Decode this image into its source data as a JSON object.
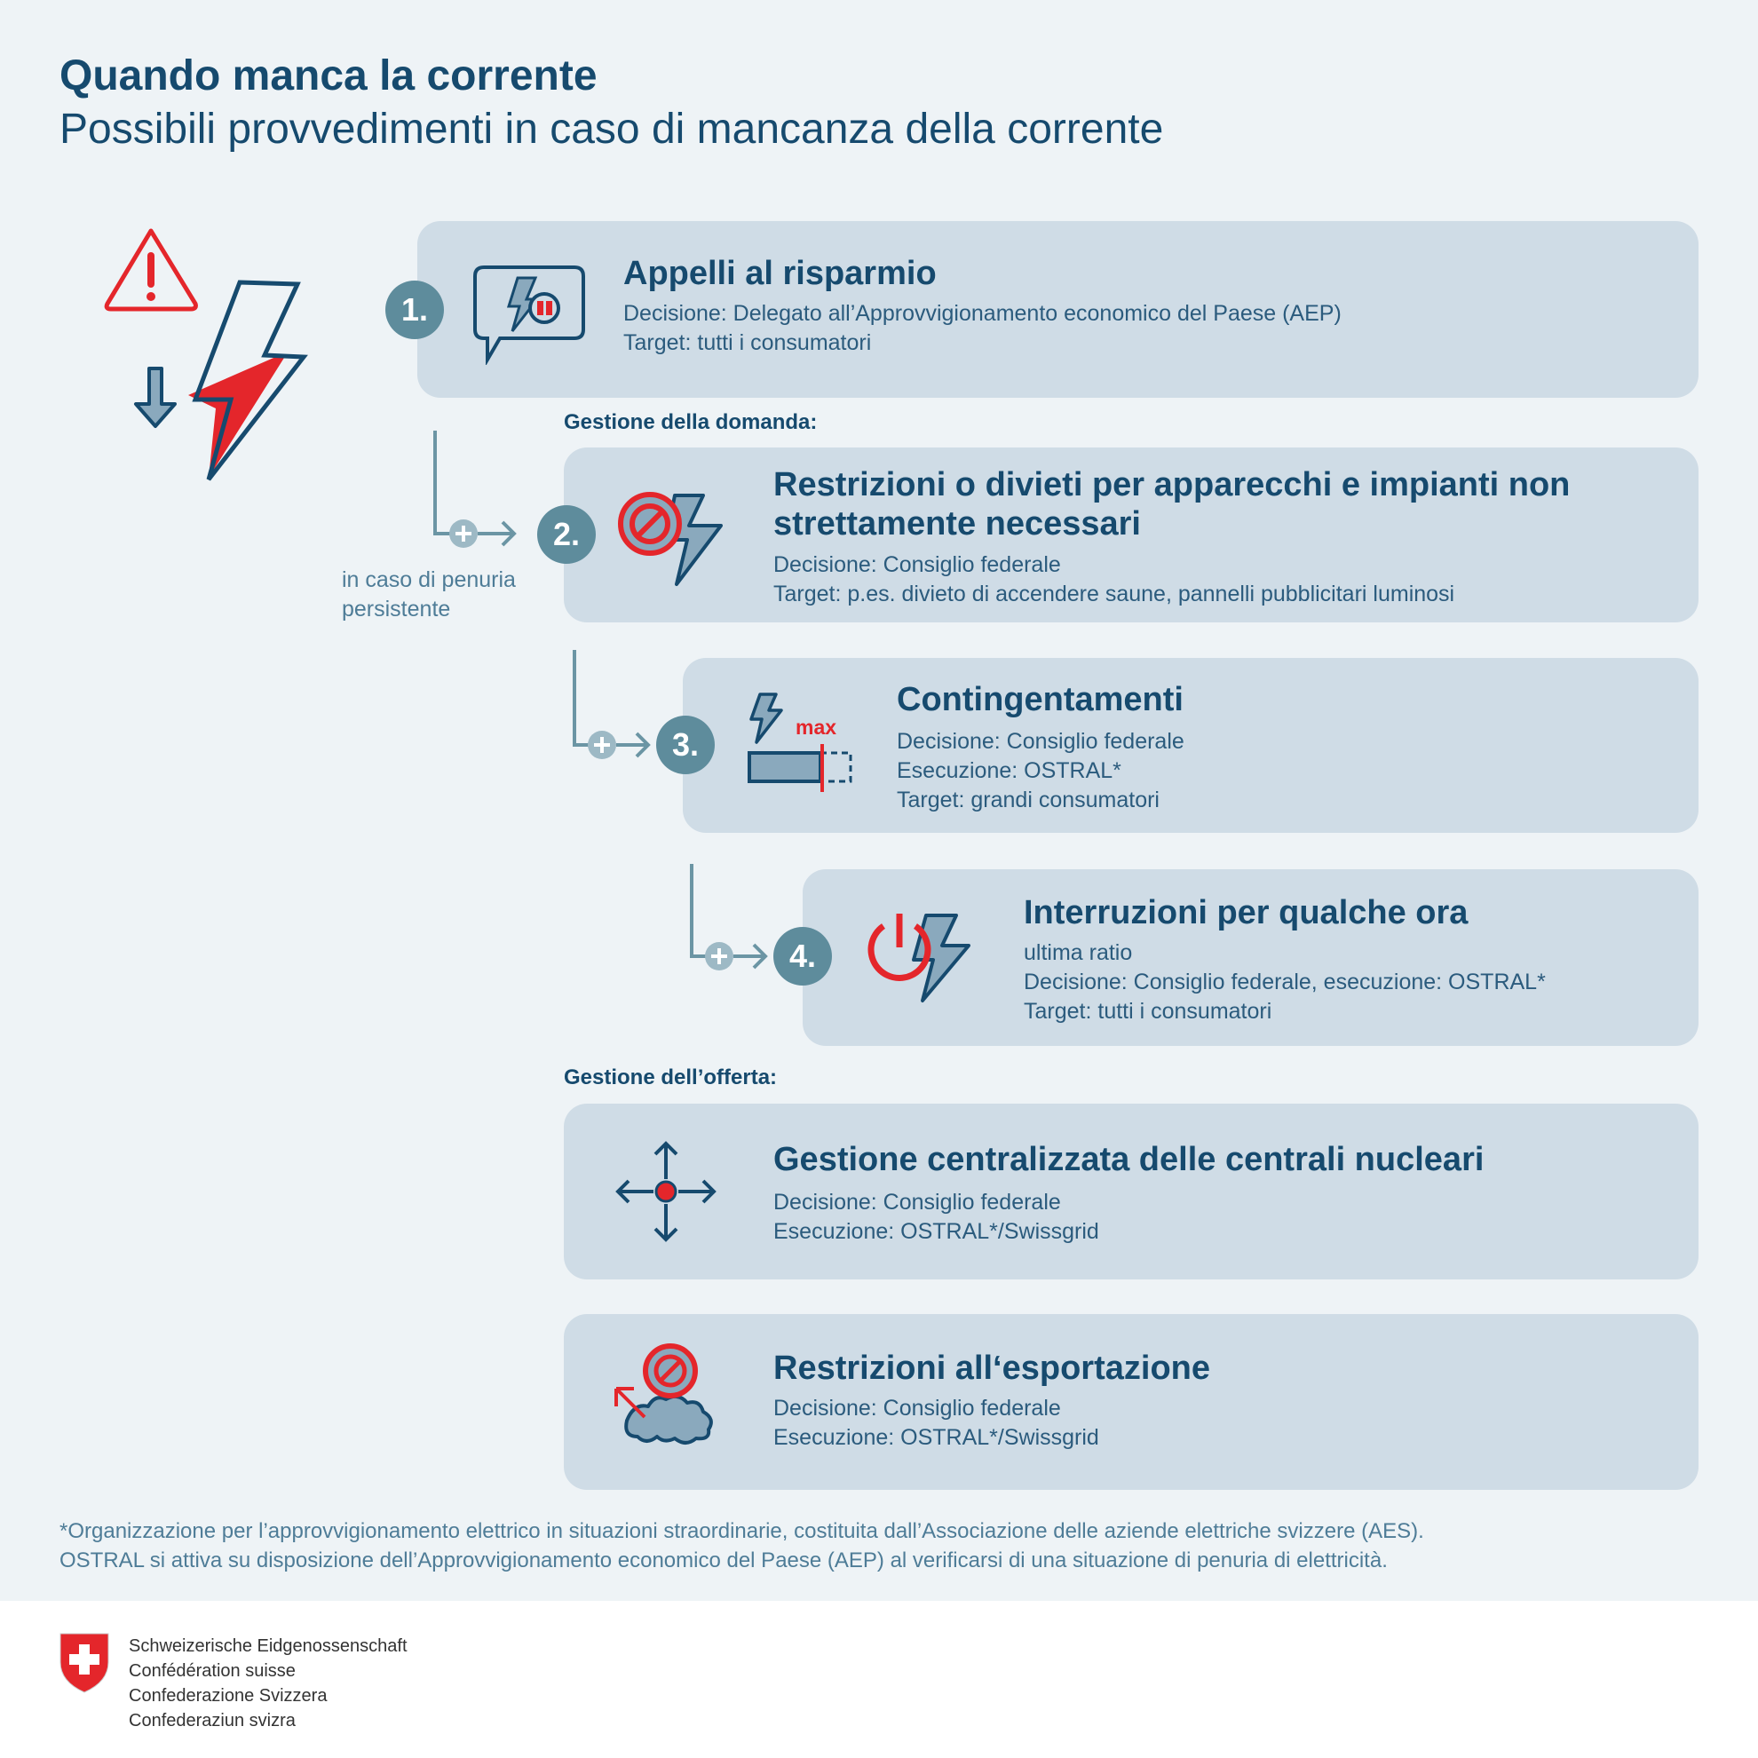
{
  "header": {
    "title": "Quando manca la corrente",
    "subtitle": "Possibili provvedimenti in caso di mancanza della corrente"
  },
  "sections": {
    "demand": "Gestione della domanda:",
    "supply": "Gestione dell’offerta:"
  },
  "connector_note": [
    "in caso di penuria",
    "persistente"
  ],
  "measures": [
    {
      "number": "1.",
      "title": "Appelli al risparmio",
      "lines": [
        "Decisione: Delegato all’Approvvigionamento economico del Paese (AEP)",
        "Target: tutti i consumatori"
      ],
      "icon": "speech-bubble-bolt-icon"
    },
    {
      "number": "2.",
      "title_lines": [
        "Restrizioni o divieti per apparecchi e impianti non",
        "strettamente necessari"
      ],
      "lines": [
        "Decisione: Consiglio federale",
        "Target: p.es. divieto di accendere saune, pannelli pubblicitari luminosi"
      ],
      "icon": "prohibited-bolt-icon"
    },
    {
      "number": "3.",
      "title": "Contingentamenti",
      "icon_label": "max",
      "lines": [
        "Decisione: Consiglio federale",
        "Esecuzione: OSTRAL*",
        "Target: grandi consumatori"
      ],
      "icon": "quota-max-icon"
    },
    {
      "number": "4.",
      "title": "Interruzioni per qualche ora",
      "lines": [
        "ultima ratio",
        "Decisione: Consiglio federale, esecuzione: OSTRAL*",
        "Target: tutti i consumatori"
      ],
      "icon": "power-bolt-icon"
    },
    {
      "title": "Gestione centralizzata delle centrali nucleari",
      "lines": [
        "Decisione: Consiglio federale",
        "Esecuzione: OSTRAL*/Swissgrid"
      ],
      "icon": "central-arrows-icon"
    },
    {
      "title": "Restrizioni all‘esportazione",
      "lines": [
        "Decisione: Consiglio federale",
        "Esecuzione: OSTRAL*/Swissgrid"
      ],
      "icon": "export-ban-icon"
    }
  ],
  "footnote": [
    "*Organizzazione per l’approvvigionamento elettrico in situazioni straordinarie, costituita dall’Associazione delle aziende elettriche svizzere (AES).",
    "OSTRAL si attiva su disposizione dell’Approvvigionamento economico del Paese (AEP) al verificarsi di una situazione di penuria di elettricità."
  ],
  "logo": {
    "lines": [
      "Schweizerische Eidgenossenschaft",
      "Confédération suisse",
      "Confederazione Svizzera",
      "Confederaziun svizra"
    ]
  },
  "colors": {
    "background": "#eef3f6",
    "card": "#cfdce6",
    "text": "#164a6e",
    "accent_red": "#e4262b",
    "circle": "#5e8c9c"
  }
}
